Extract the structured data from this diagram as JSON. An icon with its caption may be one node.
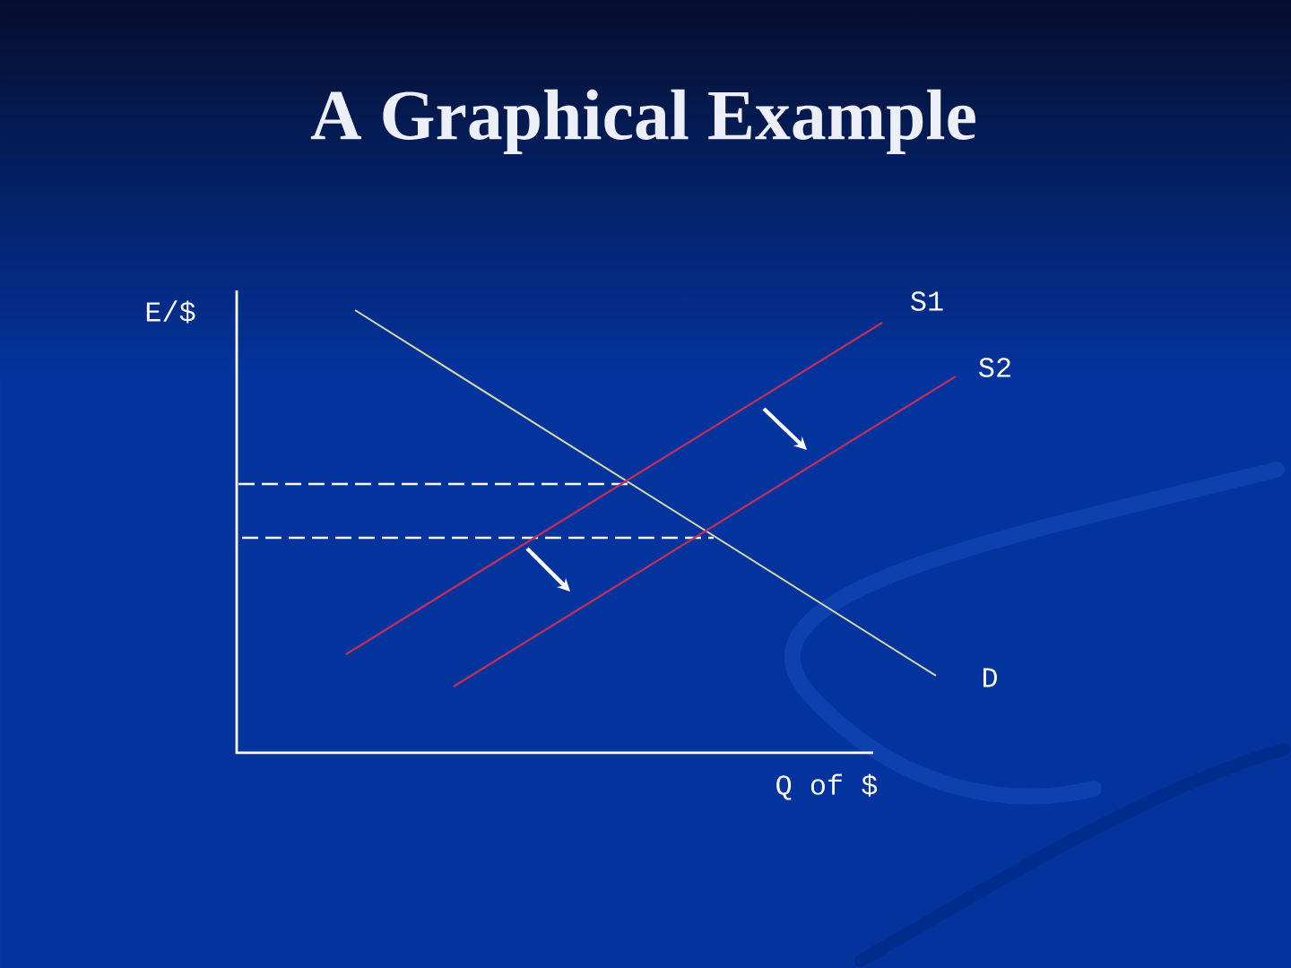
{
  "diagram": {
    "title": "A Graphical Example",
    "labels": [
      "E/$",
      "S1",
      "S2",
      "D",
      "Q of $"
    ]
  }
}
